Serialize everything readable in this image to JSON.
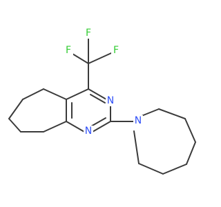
{
  "molecule": {
    "atoms": {
      "F1": {
        "symbol": "F",
        "color": "#33cc33"
      },
      "F2": {
        "symbol": "F",
        "color": "#33cc33"
      },
      "F3": {
        "symbol": "F",
        "color": "#33cc33"
      },
      "N_upper": {
        "symbol": "N",
        "color": "#3050f8"
      },
      "N_lower": {
        "symbol": "N",
        "color": "#3050f8"
      },
      "N_azepane": {
        "symbol": "N",
        "color": "#3050f8"
      }
    },
    "bond_color": "#3a3a3a"
  }
}
